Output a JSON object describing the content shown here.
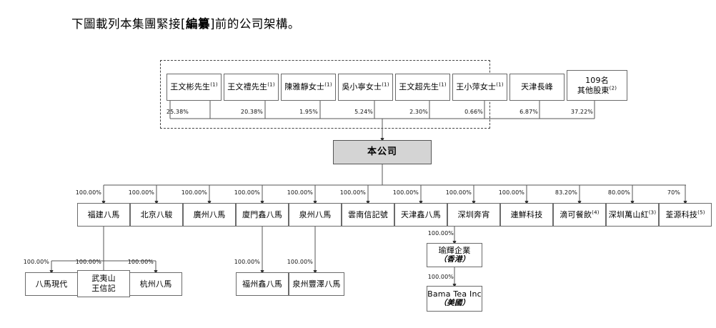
{
  "page": {
    "intro_before": "下圖載列本集團緊接[",
    "intro_bold": "編纂",
    "intro_after": "]前的公司架構。"
  },
  "colors": {
    "company_fill": "#d4d4d4",
    "box_border": "#6b6b6b",
    "line": "#555555",
    "dashed_border": "#444444",
    "background": "#ffffff"
  },
  "chart_data": {
    "type": "diagram",
    "title": "公司架構",
    "shareholders": [
      {
        "name": "王文彬先生",
        "sup": "(1)",
        "pct": "25.38%",
        "in_dashed_group": true
      },
      {
        "name": "王文禮先生",
        "sup": "(1)",
        "pct": "20.38%",
        "in_dashed_group": true
      },
      {
        "name": "陳雅靜女士",
        "sup": "(1)",
        "pct": "1.95%",
        "in_dashed_group": true
      },
      {
        "name": "吳小寧女士",
        "sup": "(1)",
        "pct": "5.24%",
        "in_dashed_group": true
      },
      {
        "name": "王文超先生",
        "sup": "(1)",
        "pct": "2.30%",
        "in_dashed_group": true
      },
      {
        "name": "王小萍女士",
        "sup": "(1)",
        "pct": "0.66%",
        "in_dashed_group": true
      },
      {
        "name": "天津長峰",
        "sup": "",
        "pct": "6.87%",
        "in_dashed_group": false
      },
      {
        "name": "109名",
        "name2": "其他股東",
        "sup": "(2)",
        "pct": "37.22%",
        "in_dashed_group": false
      }
    ],
    "company": {
      "name": "本公司"
    },
    "subsidiaries": [
      {
        "name": "福建八馬",
        "sup": "",
        "pct": "100.00%"
      },
      {
        "name": "北京八駿",
        "sup": "",
        "pct": "100.00%"
      },
      {
        "name": "廣州八馬",
        "sup": "",
        "pct": "100.00%"
      },
      {
        "name": "廈門鑫八馬",
        "sup": "",
        "pct": "100.00%"
      },
      {
        "name": "泉州八馬",
        "sup": "",
        "pct": "100.00%"
      },
      {
        "name": "雲南信記號",
        "sup": "",
        "pct": "100.00%"
      },
      {
        "name": "天津鑫八馬",
        "sup": "",
        "pct": "100.00%"
      },
      {
        "name": "深圳奔宵",
        "sup": "",
        "pct": "100.00%"
      },
      {
        "name": "連鮮科技",
        "sup": "",
        "pct": "100.00%"
      },
      {
        "name": "滴可餐飲",
        "sup": "(4)",
        "pct": "83.20%"
      },
      {
        "name": "深圳萬山紅",
        "sup": "(3)",
        "pct": "80.00%"
      },
      {
        "name": "荃源科技",
        "sup": "(5)",
        "pct": "70%"
      }
    ],
    "fujian_children": [
      {
        "name": "八馬現代",
        "name2": "",
        "pct": "100.00%"
      },
      {
        "name": "武夷山",
        "name2": "王信記",
        "pct": "100.00%"
      },
      {
        "name": "杭州八馬",
        "name2": "",
        "pct": "100.00%"
      }
    ],
    "xiamen_children": [
      {
        "name": "福州鑫八馬",
        "pct": "100.00%"
      }
    ],
    "quanzhou_children": [
      {
        "name": "泉州豐澤八馬",
        "pct": "100.00%"
      }
    ],
    "shenzhen_chain": [
      {
        "name": "瑜輝企業",
        "place": "（香港）",
        "pct": "100.00%"
      },
      {
        "name": "Bama Tea Inc",
        "place": "（美國）",
        "pct": "100.00%"
      }
    ]
  }
}
